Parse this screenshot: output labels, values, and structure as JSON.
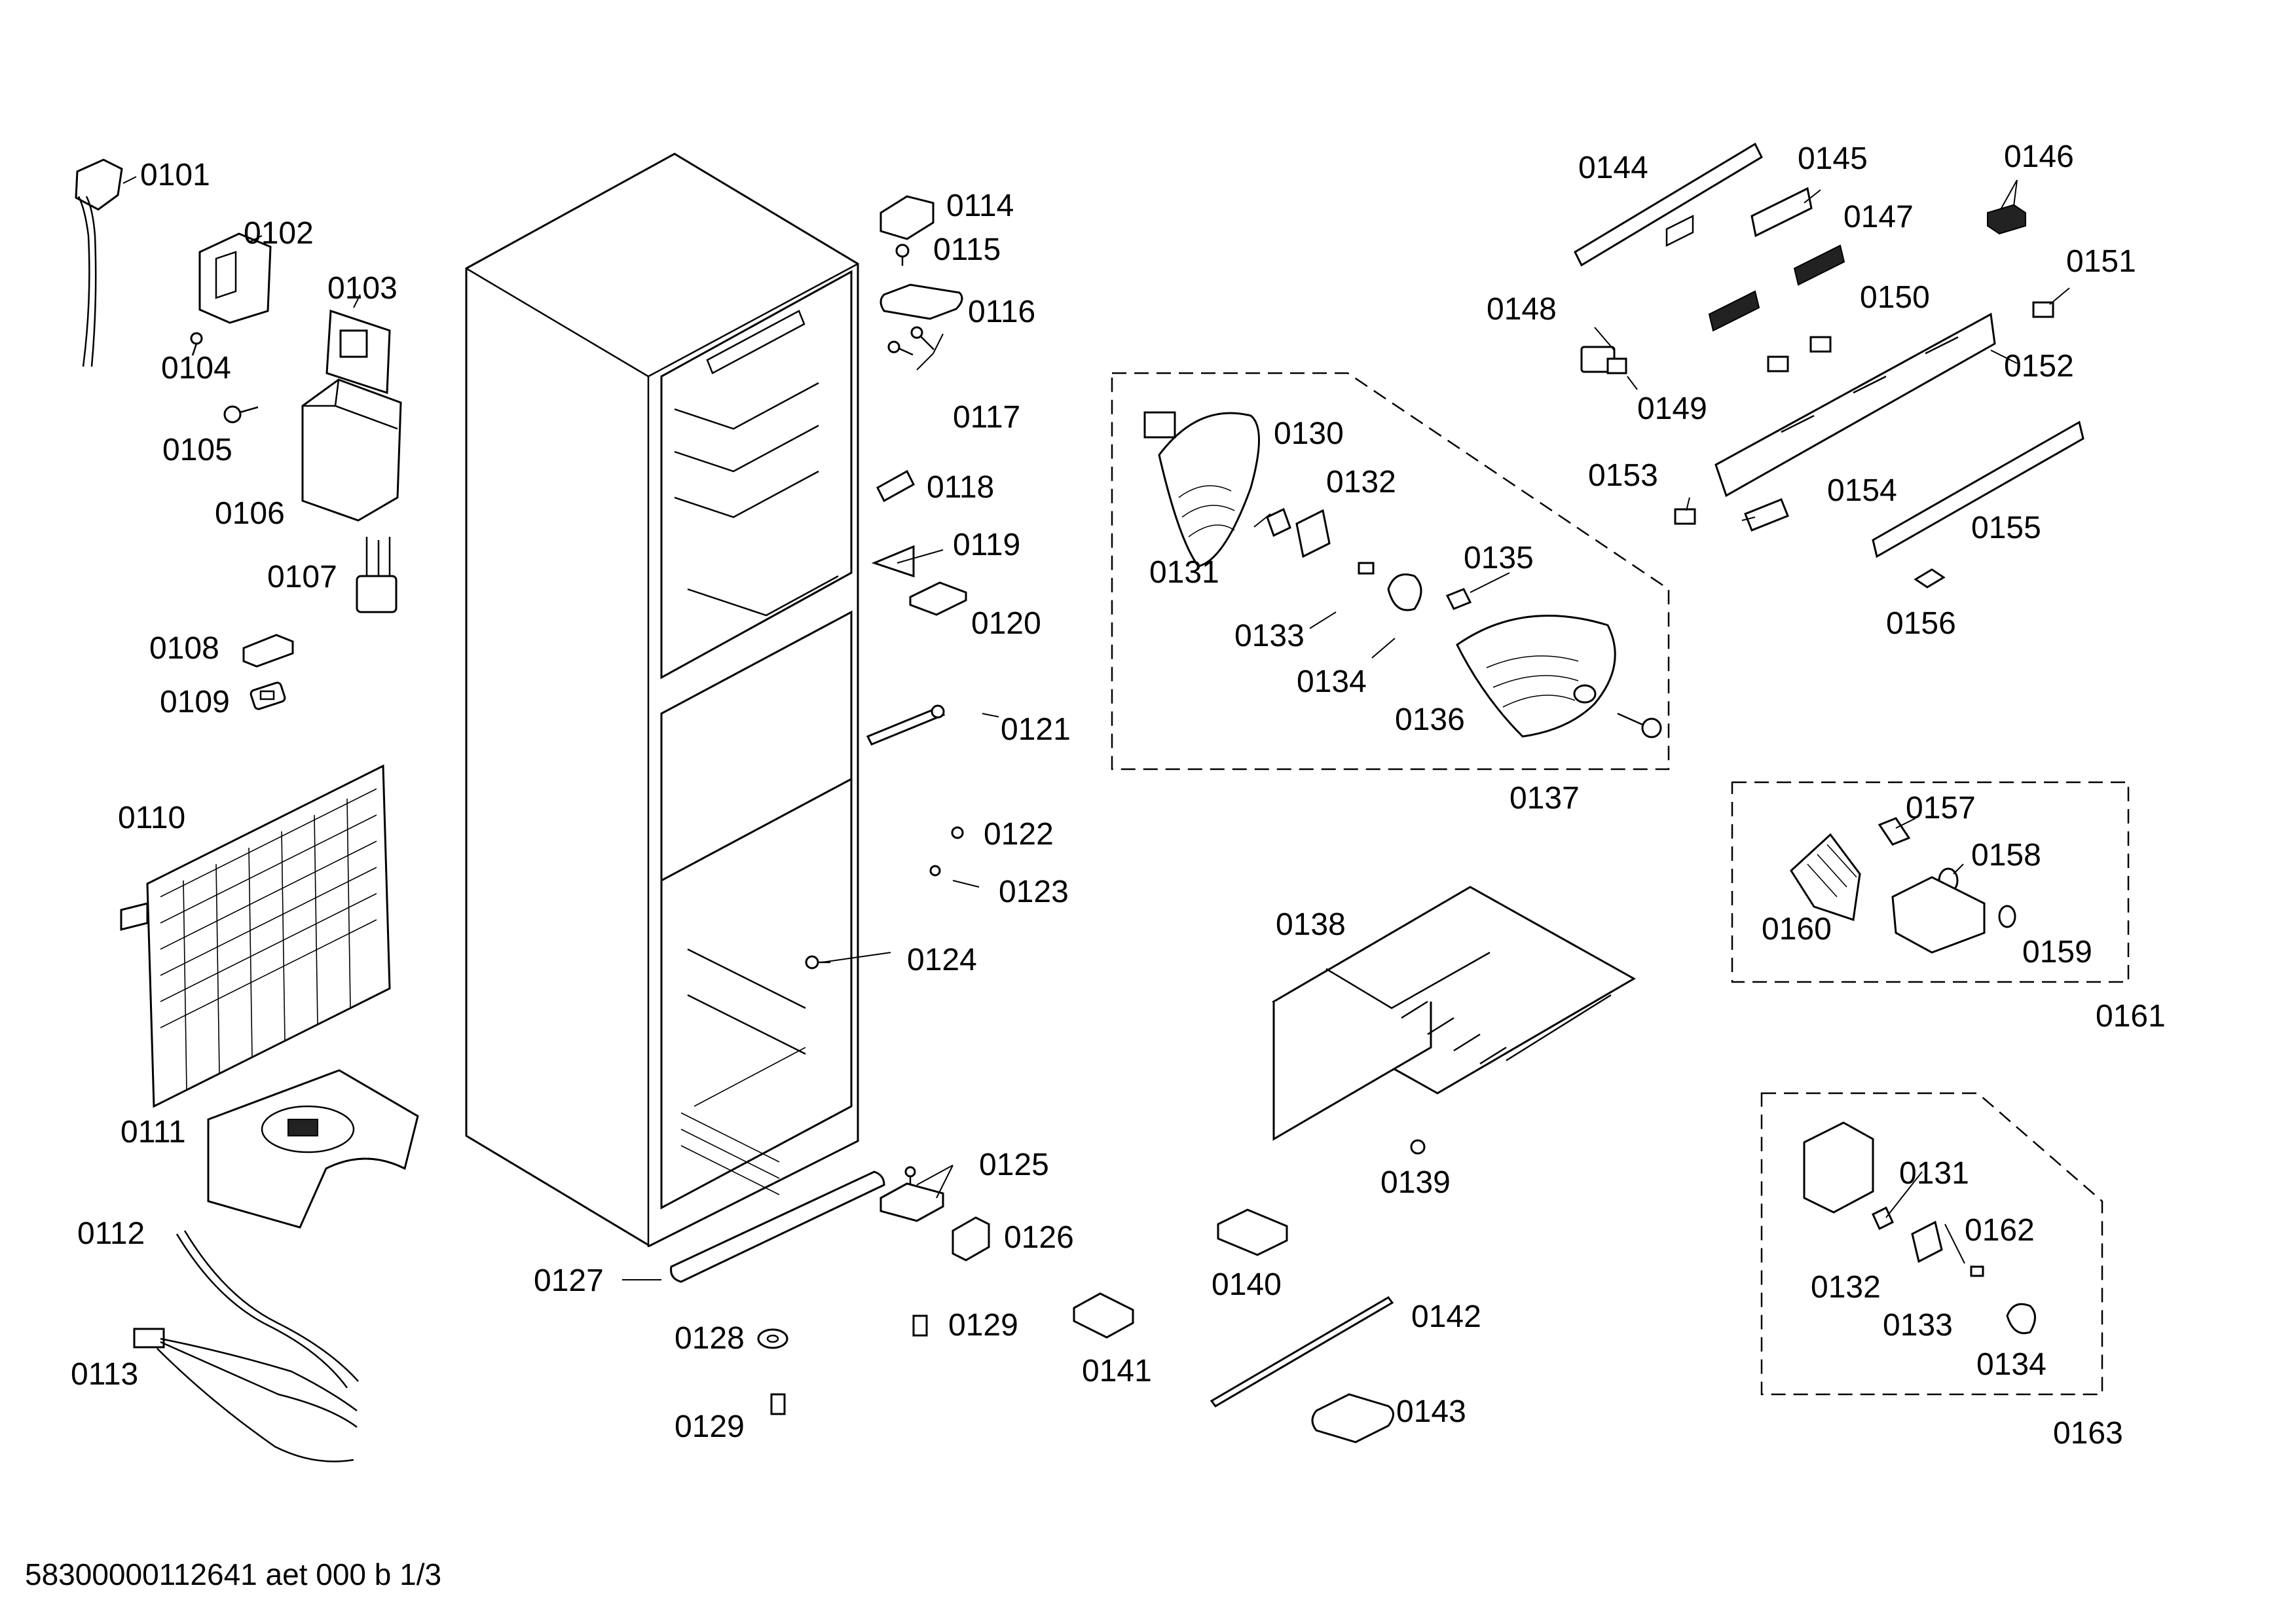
{
  "diagram": {
    "labels": [
      {
        "id": "l0101",
        "text": "0101"
      },
      {
        "id": "l0102",
        "text": "0102"
      },
      {
        "id": "l0103",
        "text": "0103"
      },
      {
        "id": "l0104",
        "text": "0104"
      },
      {
        "id": "l0105",
        "text": "0105"
      },
      {
        "id": "l0106",
        "text": "0106"
      },
      {
        "id": "l0107",
        "text": "0107"
      },
      {
        "id": "l0108",
        "text": "0108"
      },
      {
        "id": "l0109",
        "text": "0109"
      },
      {
        "id": "l0110",
        "text": "0110"
      },
      {
        "id": "l0111",
        "text": "0111"
      },
      {
        "id": "l0112",
        "text": "0112"
      },
      {
        "id": "l0113",
        "text": "0113"
      },
      {
        "id": "l0114",
        "text": "0114"
      },
      {
        "id": "l0115",
        "text": "0115"
      },
      {
        "id": "l0116",
        "text": "0116"
      },
      {
        "id": "l0117",
        "text": "0117"
      },
      {
        "id": "l0118",
        "text": "0118"
      },
      {
        "id": "l0119",
        "text": "0119"
      },
      {
        "id": "l0120",
        "text": "0120"
      },
      {
        "id": "l0121",
        "text": "0121"
      },
      {
        "id": "l0122",
        "text": "0122"
      },
      {
        "id": "l0123",
        "text": "0123"
      },
      {
        "id": "l0124",
        "text": "0124"
      },
      {
        "id": "l0125",
        "text": "0125"
      },
      {
        "id": "l0126",
        "text": "0126"
      },
      {
        "id": "l0127",
        "text": "0127"
      },
      {
        "id": "l0128",
        "text": "0128"
      },
      {
        "id": "l0129a",
        "text": "0129"
      },
      {
        "id": "l0129b",
        "text": "0129"
      },
      {
        "id": "l0130",
        "text": "0130"
      },
      {
        "id": "l0131a",
        "text": "0131"
      },
      {
        "id": "l0132a",
        "text": "0132"
      },
      {
        "id": "l0133a",
        "text": "0133"
      },
      {
        "id": "l0134a",
        "text": "0134"
      },
      {
        "id": "l0135",
        "text": "0135"
      },
      {
        "id": "l0136",
        "text": "0136"
      },
      {
        "id": "l0137",
        "text": "0137"
      },
      {
        "id": "l0138",
        "text": "0138"
      },
      {
        "id": "l0139",
        "text": "0139"
      },
      {
        "id": "l0140",
        "text": "0140"
      },
      {
        "id": "l0141",
        "text": "0141"
      },
      {
        "id": "l0142",
        "text": "0142"
      },
      {
        "id": "l0143",
        "text": "0143"
      },
      {
        "id": "l0144",
        "text": "0144"
      },
      {
        "id": "l0145",
        "text": "0145"
      },
      {
        "id": "l0146",
        "text": "0146"
      },
      {
        "id": "l0147",
        "text": "0147"
      },
      {
        "id": "l0148",
        "text": "0148"
      },
      {
        "id": "l0149",
        "text": "0149"
      },
      {
        "id": "l0150",
        "text": "0150"
      },
      {
        "id": "l0151",
        "text": "0151"
      },
      {
        "id": "l0152",
        "text": "0152"
      },
      {
        "id": "l0153",
        "text": "0153"
      },
      {
        "id": "l0154",
        "text": "0154"
      },
      {
        "id": "l0155",
        "text": "0155"
      },
      {
        "id": "l0156",
        "text": "0156"
      },
      {
        "id": "l0157",
        "text": "0157"
      },
      {
        "id": "l0158",
        "text": "0158"
      },
      {
        "id": "l0159",
        "text": "0159"
      },
      {
        "id": "l0160",
        "text": "0160"
      },
      {
        "id": "l0161",
        "text": "0161"
      },
      {
        "id": "l0131b",
        "text": "0131"
      },
      {
        "id": "l0162",
        "text": "0162"
      },
      {
        "id": "l0132b",
        "text": "0132"
      },
      {
        "id": "l0133b",
        "text": "0133"
      },
      {
        "id": "l0134b",
        "text": "0134"
      },
      {
        "id": "l0163",
        "text": "0163"
      }
    ]
  },
  "footer": {
    "document_code": "58300000112641 aet 000 b 1/3"
  }
}
